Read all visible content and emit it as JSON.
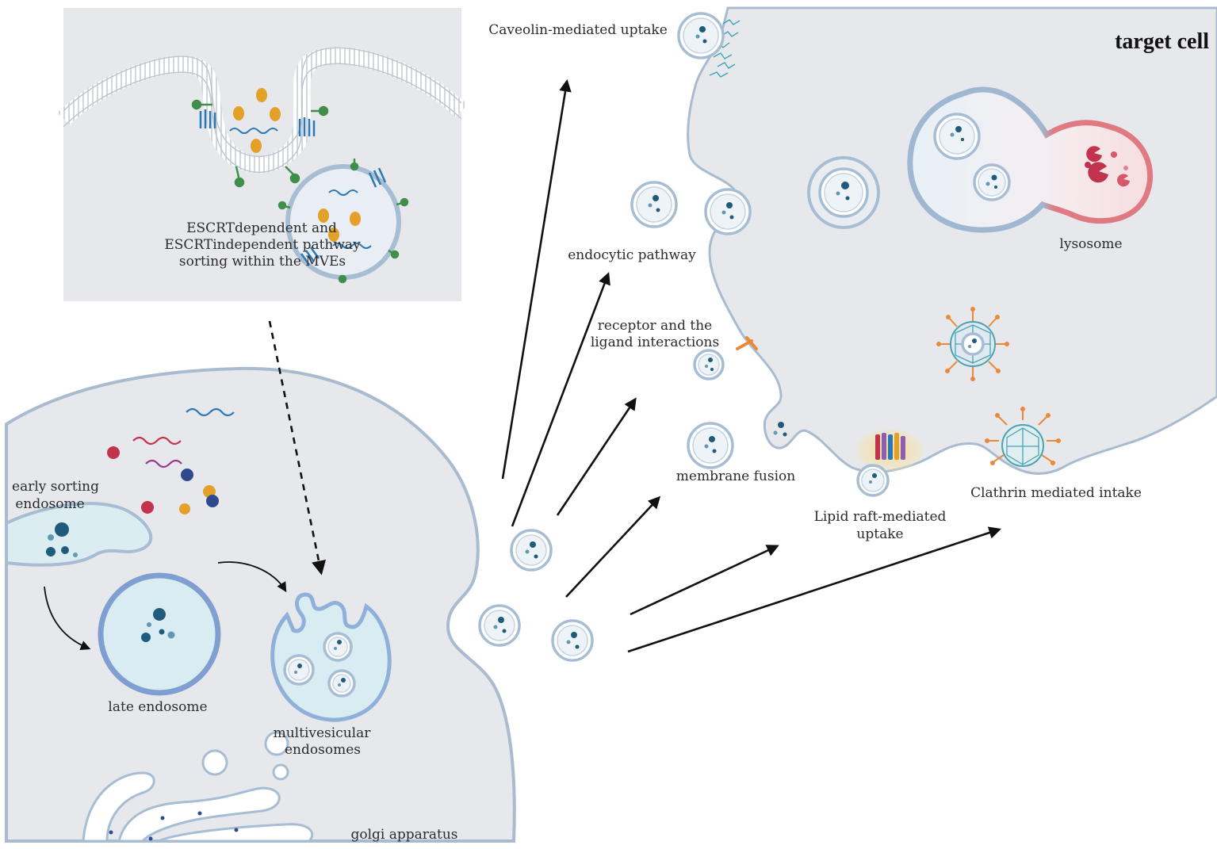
{
  "labels": {
    "escrt_line1": "ESCRTdependent and",
    "escrt_line2": "ESCRTindependent pathway",
    "escrt_line3": "sorting within the MVEs",
    "early_line1": "early sorting",
    "early_line2": "endosome",
    "late_endosome": "late  endosome",
    "mve_line1": "multivesicular",
    "mve_line2": "endosomes",
    "golgi": "golgi apparatus",
    "caveolin": "Caveolin-mediated uptake",
    "endocytic": "endocytic pathway",
    "receptor_line1": "receptor and the",
    "receptor_line2": "ligand interactions",
    "membrane_fusion": "membrane fusion",
    "lipid_line1": "Lipid raft-mediated",
    "lipid_line2": "uptake",
    "clathrin": "Clathrin mediated intake",
    "lysosome": "lysosome",
    "target_cell": "target cell"
  },
  "colors": {
    "cell_fill": "#e7e8ec",
    "membrane": "#9fb7d0",
    "endosome_fill": "#d6e9ef",
    "lysosome": "#e07a82",
    "cargo": "#1f5c7c",
    "protein_orange": "#e3a12a",
    "protein_red": "#c2334e",
    "protein_navy": "#2f4a8c",
    "tetraspanin": "#2c77b5",
    "ligand_green": "#3f8f4a",
    "clathrin_orange": "#e88a3a"
  }
}
